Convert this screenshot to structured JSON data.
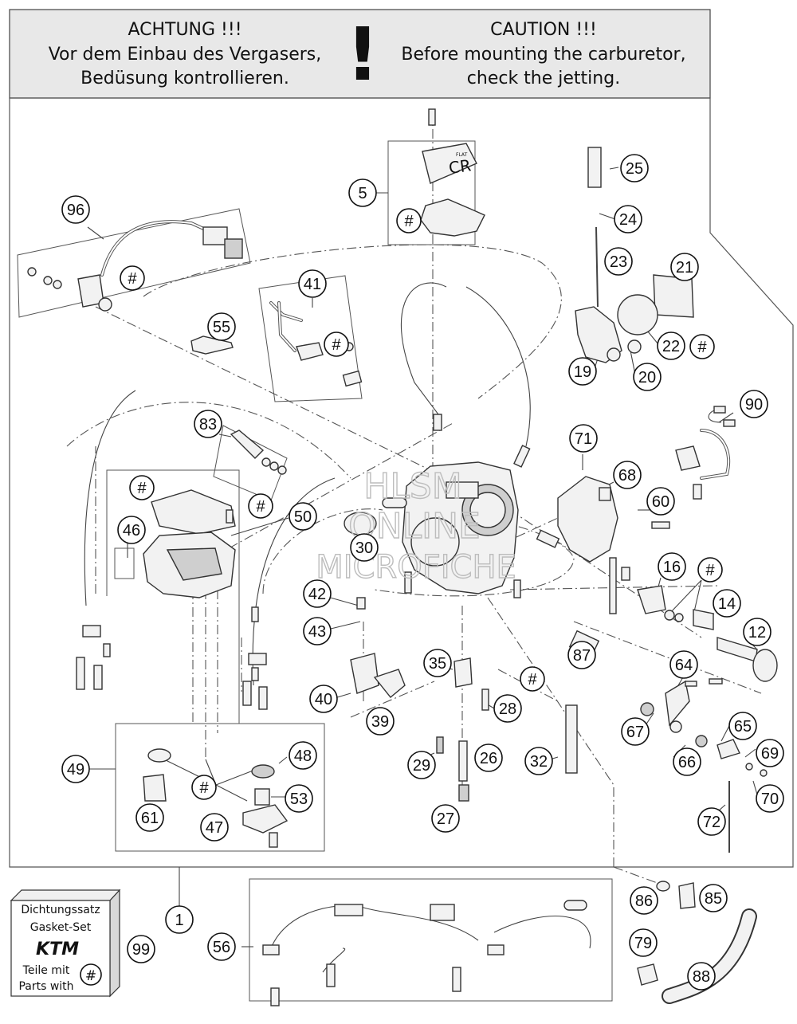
{
  "header": {
    "warning_de_title": "ACHTUNG !!!",
    "warning_de_line1": "Vor dem Einbau des Vergasers,",
    "warning_de_line2": "Bedüsung kontrollieren.",
    "exclamation": "!",
    "warning_en_title": "CAUTION !!!",
    "warning_en_line1": "Before mounting the carburetor,",
    "warning_en_line2": "check the jetting."
  },
  "gasket_box": {
    "line1": "Dichtungssatz",
    "line2": "Gasket-Set",
    "brand": "KTM",
    "line3": "Teile mit",
    "line4": "Parts with",
    "hash": "#"
  },
  "watermark": {
    "line1": "HLSM",
    "line2": "ONLINE",
    "line3": "MICROFICHE"
  },
  "cover_label": "CR",
  "cover_label_small": "FLAT",
  "callouts": [
    {
      "id": "c1",
      "label": "1"
    },
    {
      "id": "c5",
      "label": "5"
    },
    {
      "id": "c12",
      "label": "12"
    },
    {
      "id": "c14",
      "label": "14"
    },
    {
      "id": "c16",
      "label": "16"
    },
    {
      "id": "c19",
      "label": "19"
    },
    {
      "id": "c20",
      "label": "20"
    },
    {
      "id": "c21",
      "label": "21"
    },
    {
      "id": "c22",
      "label": "22"
    },
    {
      "id": "c23",
      "label": "23"
    },
    {
      "id": "c24",
      "label": "24"
    },
    {
      "id": "c25",
      "label": "25"
    },
    {
      "id": "c26",
      "label": "26"
    },
    {
      "id": "c27",
      "label": "27"
    },
    {
      "id": "c28",
      "label": "28"
    },
    {
      "id": "c29",
      "label": "29"
    },
    {
      "id": "c30",
      "label": "30"
    },
    {
      "id": "c32",
      "label": "32"
    },
    {
      "id": "c35",
      "label": "35"
    },
    {
      "id": "c39",
      "label": "39"
    },
    {
      "id": "c40",
      "label": "40"
    },
    {
      "id": "c41",
      "label": "41"
    },
    {
      "id": "c42",
      "label": "42"
    },
    {
      "id": "c43",
      "label": "43"
    },
    {
      "id": "c46",
      "label": "46"
    },
    {
      "id": "c47",
      "label": "47"
    },
    {
      "id": "c48",
      "label": "48"
    },
    {
      "id": "c49",
      "label": "49"
    },
    {
      "id": "c50",
      "label": "50"
    },
    {
      "id": "c53",
      "label": "53"
    },
    {
      "id": "c55",
      "label": "55"
    },
    {
      "id": "c56",
      "label": "56"
    },
    {
      "id": "c60",
      "label": "60"
    },
    {
      "id": "c61",
      "label": "61"
    },
    {
      "id": "c64",
      "label": "64"
    },
    {
      "id": "c65",
      "label": "65"
    },
    {
      "id": "c66",
      "label": "66"
    },
    {
      "id": "c67",
      "label": "67"
    },
    {
      "id": "c68",
      "label": "68"
    },
    {
      "id": "c69",
      "label": "69"
    },
    {
      "id": "c70",
      "label": "70"
    },
    {
      "id": "c71",
      "label": "71"
    },
    {
      "id": "c72",
      "label": "72"
    },
    {
      "id": "c79",
      "label": "79"
    },
    {
      "id": "c83",
      "label": "83"
    },
    {
      "id": "c85",
      "label": "85"
    },
    {
      "id": "c86",
      "label": "86"
    },
    {
      "id": "c87",
      "label": "87"
    },
    {
      "id": "c88",
      "label": "88"
    },
    {
      "id": "c90",
      "label": "90"
    },
    {
      "id": "c96",
      "label": "96"
    },
    {
      "id": "c99",
      "label": "99"
    },
    {
      "id": "h1",
      "label": "#"
    },
    {
      "id": "h2",
      "label": "#"
    },
    {
      "id": "h3",
      "label": "#"
    },
    {
      "id": "h4",
      "label": "#"
    },
    {
      "id": "h5",
      "label": "#"
    },
    {
      "id": "h6",
      "label": "#"
    },
    {
      "id": "h7",
      "label": "#"
    },
    {
      "id": "h8",
      "label": "#"
    },
    {
      "id": "h9",
      "label": "#"
    },
    {
      "id": "h10",
      "label": "#"
    }
  ]
}
